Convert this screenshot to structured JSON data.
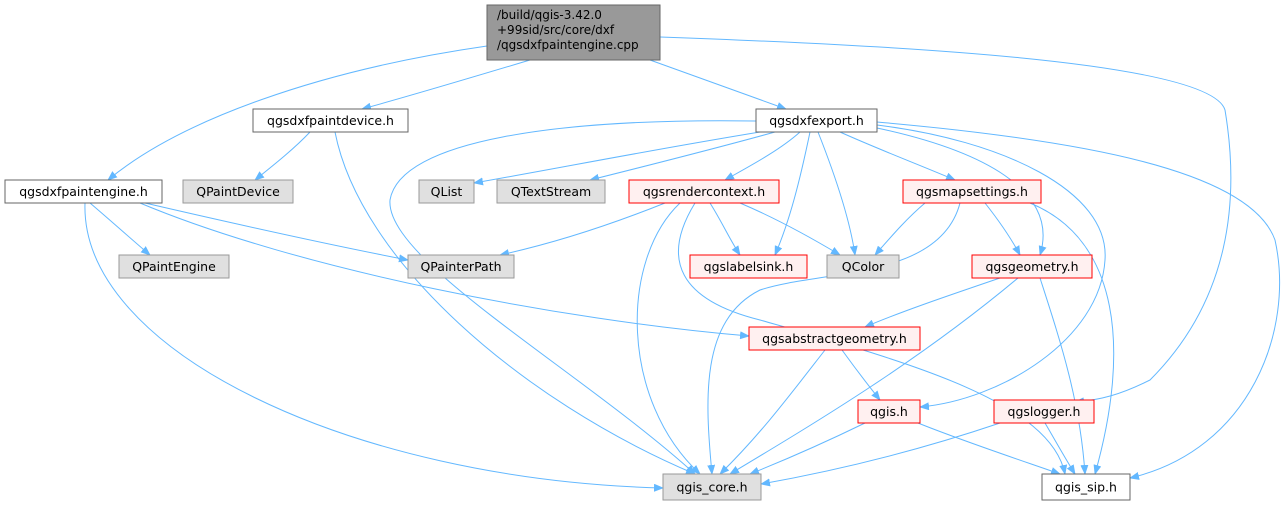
{
  "colors": {
    "edge": "#63b8ff",
    "root_fill": "#999999",
    "root_border": "#666666",
    "plain_fill": "#ffffff",
    "plain_border": "#666666",
    "external_fill": "#e0e0e0",
    "external_border": "#999999",
    "incomplete_fill": "#fff0f0",
    "incomplete_border": "#ff0000",
    "text": "#000000"
  },
  "nodes": {
    "root": {
      "lines": [
        "/build/qgis-3.42.0",
        "+99sid/src/core/dxf",
        "/qgsdxfpaintengine.cpp"
      ],
      "style": "root"
    },
    "qgsdxfpaintdevice_h": {
      "label": "qgsdxfpaintdevice.h",
      "style": "plain"
    },
    "qgsdxfexport_h": {
      "label": "qgsdxfexport.h",
      "style": "plain"
    },
    "qgsdxfpaintengine_h": {
      "label": "qgsdxfpaintengine.h",
      "style": "plain"
    },
    "QPaintDevice": {
      "label": "QPaintDevice",
      "style": "external"
    },
    "QList": {
      "label": "QList",
      "style": "external"
    },
    "QTextStream": {
      "label": "QTextStream",
      "style": "external"
    },
    "qgsrendercontext_h": {
      "label": "qgsrendercontext.h",
      "style": "incomplete"
    },
    "qgsmapsettings_h": {
      "label": "qgsmapsettings.h",
      "style": "incomplete"
    },
    "QPaintEngine": {
      "label": "QPaintEngine",
      "style": "external"
    },
    "QPainterPath": {
      "label": "QPainterPath",
      "style": "external"
    },
    "qgslabelsink_h": {
      "label": "qgslabelsink.h",
      "style": "incomplete"
    },
    "QColor": {
      "label": "QColor",
      "style": "external"
    },
    "qgsgeometry_h": {
      "label": "qgsgeometry.h",
      "style": "incomplete"
    },
    "qgsabstractgeometry_h": {
      "label": "qgsabstractgeometry.h",
      "style": "incomplete"
    },
    "qgis_h": {
      "label": "qgis.h",
      "style": "incomplete"
    },
    "qgslogger_h": {
      "label": "qgslogger.h",
      "style": "incomplete"
    },
    "qgis_core_h": {
      "label": "qgis_core.h",
      "style": "external"
    },
    "qgis_sip_h": {
      "label": "qgis_sip.h",
      "style": "plain"
    }
  }
}
